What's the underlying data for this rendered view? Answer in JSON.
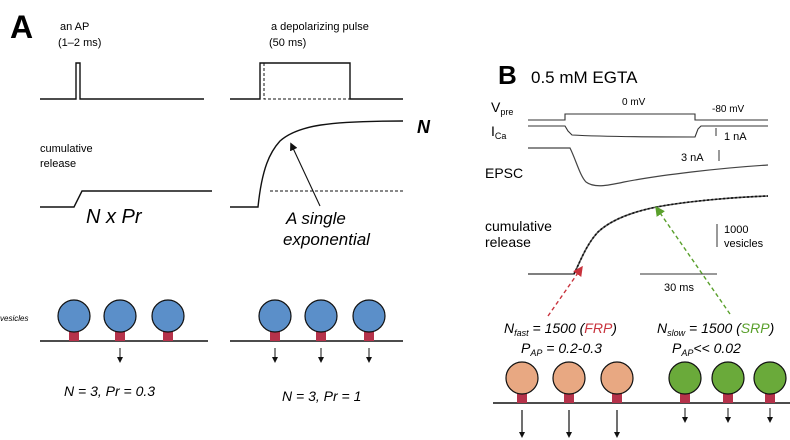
{
  "panel_a": {
    "letter": "A",
    "ap_label_1": "an AP",
    "ap_label_2": "(1–2 ms)",
    "pulse_label_1": "a depolarizing pulse",
    "pulse_label_2": "(50 ms)",
    "N_label": "N",
    "cum_label_1": "cumulative",
    "cum_label_2": "release",
    "n_x_pr": "N x Pr",
    "single_exp_1": "A single",
    "single_exp_2": "exponential",
    "vesicles_label": "vesicles",
    "left_caption": "N = 3, Pr = 0.3",
    "right_caption": "N = 3, Pr = 1"
  },
  "panel_b": {
    "letter": "B",
    "title": "0.5 mM EGTA",
    "vpre_main": "V",
    "vpre_sub": "pre",
    "zero_mv": "0 mV",
    "minus80": "-80 mV",
    "ica_main": "I",
    "ica_sub": "Ca",
    "one_na": "1 nA",
    "three_na": "3 nA",
    "epsc": "EPSC",
    "cum_label_1": "cumulative",
    "cum_label_2": "release",
    "scale_1000": "1000",
    "scale_vesicles": "vesicles",
    "scale_30ms": "30 ms",
    "fast": {
      "n_main": "N",
      "n_sub": "fast",
      "eq": " = 1500 (",
      "pool": "FRP",
      "close": ")",
      "pap_main": "P",
      "pap_sub": "AP",
      "pap_val": " = 0.2-0.3"
    },
    "slow": {
      "n_main": "N",
      "n_sub": "slow",
      "eq": " = 1500 (",
      "pool": "SRP",
      "close": ")",
      "pap_main": "P",
      "pap_sub": "AP",
      "pap_val": "<< 0.02"
    }
  },
  "colors": {
    "blue_vesicle": "#5b8fc9",
    "orange_vesicle": "#e8a882",
    "green_vesicle": "#6aaa3a",
    "release_site": "#b5324a",
    "frp_red": "#c8323c",
    "srp_green": "#5aa02c"
  }
}
